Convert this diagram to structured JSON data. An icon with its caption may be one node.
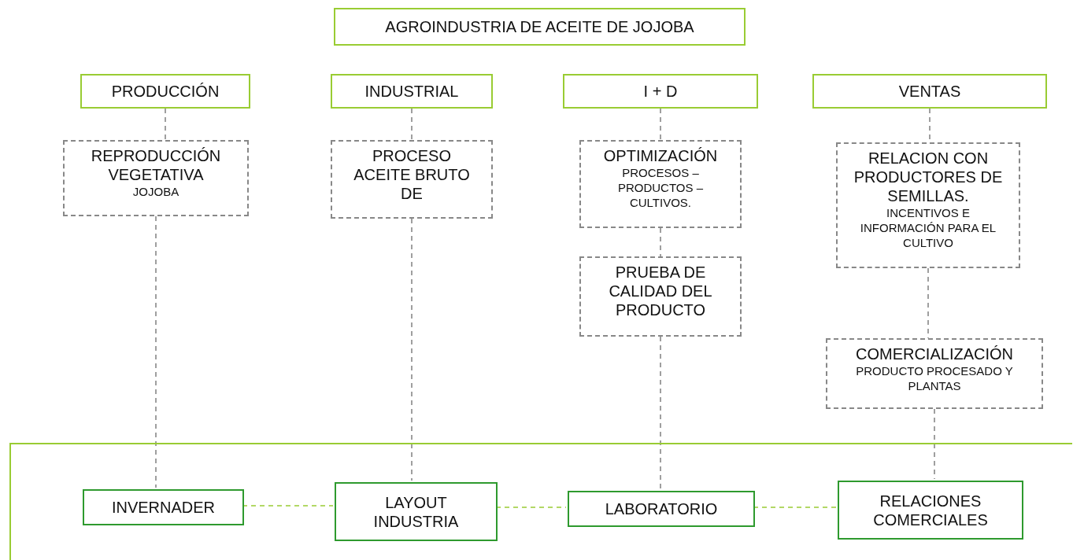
{
  "diagram": {
    "nodes": [
      {
        "text": [
          "AGROINDUSTRIA DE ACEITE DE JOJOBA"
        ]
      },
      {
        "text": [
          "PRODUCCIÓN"
        ]
      },
      {
        "text": [
          "INDUSTRIAL"
        ]
      },
      {
        "text": [
          "I + D"
        ]
      },
      {
        "text": [
          "VENTAS"
        ]
      },
      {
        "text": [
          "REPRODUCCIÓN VEGETATIVA",
          "JOJOBA"
        ]
      },
      {
        "text": [
          "PROCESO ACEITE BRUTO DE"
        ]
      },
      {
        "text": [
          "OPTIMIZACIÓN",
          "PROCESOS – PRODUCTOS – CULTIVOS."
        ]
      },
      {
        "text": [
          "PRUEBA DE CALIDAD DEL PRODUCTO"
        ]
      },
      {
        "text": [
          "RELACION CON PRODUCTORES DE SEMILLAS.",
          "INCENTIVOS E INFORMACIÓN PARA EL CULTIVO"
        ]
      },
      {
        "text": [
          "COMERCIALIZACIÓN",
          "PRODUCTO PROCESADO Y PLANTAS"
        ]
      },
      {
        "text": [],
        "shape": "box"
      },
      {
        "text": [
          "INVERNADER"
        ],
        "in": 11
      },
      {
        "text": [
          "LAYOUT INDUSTRIA"
        ],
        "in": 11
      },
      {
        "text": [
          "LABORATORIO"
        ],
        "in": 11
      },
      {
        "text": [
          "RELACIONES COMERCIALES"
        ],
        "in": 11
      }
    ],
    "edges": [
      {
        "from": 1,
        "to": 5,
        "arrow": "none",
        "style": "dashed"
      },
      {
        "from": 5,
        "to": 12,
        "arrow": "none",
        "style": "dashed"
      },
      {
        "from": 2,
        "to": 6,
        "arrow": "none",
        "style": "dashed"
      },
      {
        "from": 6,
        "to": 13,
        "arrow": "none",
        "style": "dashed"
      },
      {
        "from": 3,
        "to": 7,
        "arrow": "none",
        "style": "dashed"
      },
      {
        "from": 7,
        "to": 8,
        "arrow": "none",
        "style": "dashed"
      },
      {
        "from": 8,
        "to": 14,
        "arrow": "none",
        "style": "dashed"
      },
      {
        "from": 4,
        "to": 9,
        "arrow": "none",
        "style": "dashed"
      },
      {
        "from": 9,
        "to": 10,
        "arrow": "none",
        "style": "dashed"
      },
      {
        "from": 10,
        "to": 15,
        "arrow": "none",
        "style": "dashed"
      },
      {
        "from": 12,
        "to": 13,
        "arrow": "none",
        "style": "dashed",
        "color": "#99cc33"
      },
      {
        "from": 13,
        "to": 14,
        "arrow": "none",
        "style": "dashed",
        "color": "#99cc33"
      },
      {
        "from": 14,
        "to": 15,
        "arrow": "none",
        "style": "dashed",
        "color": "#99cc33"
      }
    ]
  }
}
